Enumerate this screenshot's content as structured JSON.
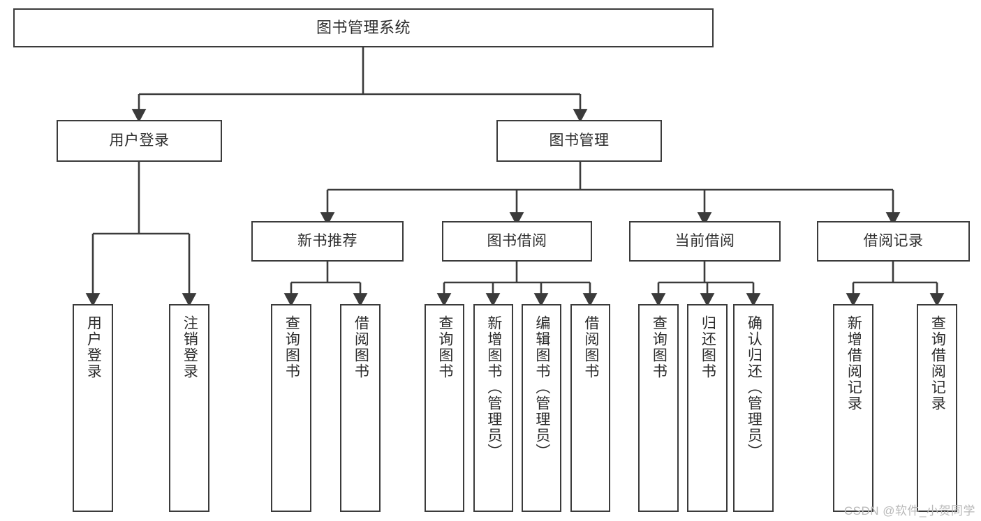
{
  "diagram": {
    "type": "hierarchy-tree",
    "root": {
      "id": "root",
      "label": "图书管理系统"
    },
    "level2": [
      {
        "id": "user-login",
        "label": "用户登录"
      },
      {
        "id": "book-manage",
        "label": "图书管理"
      }
    ],
    "level3": [
      {
        "id": "new-book-rec",
        "label": "新书推荐"
      },
      {
        "id": "book-borrow",
        "label": "图书借阅"
      },
      {
        "id": "current-borrow",
        "label": "当前借阅"
      },
      {
        "id": "borrow-record",
        "label": "借阅记录"
      }
    ],
    "leaves": {
      "user_login": [
        {
          "id": "leaf-user-login",
          "label": "用户登录"
        },
        {
          "id": "leaf-logout",
          "label": "注销登录"
        }
      ],
      "new_book_rec": [
        {
          "id": "leaf-query-book-1",
          "label": "查询图书"
        },
        {
          "id": "leaf-borrow-book-1",
          "label": "借阅图书"
        }
      ],
      "book_borrow": [
        {
          "id": "leaf-query-book-2",
          "label": "查询图书"
        },
        {
          "id": "leaf-add-book",
          "label": "新增图书（管理员）"
        },
        {
          "id": "leaf-edit-book",
          "label": "编辑图书（管理员）"
        },
        {
          "id": "leaf-borrow-book-2",
          "label": "借阅图书"
        }
      ],
      "current_borrow": [
        {
          "id": "leaf-query-book-3",
          "label": "查询图书"
        },
        {
          "id": "leaf-return-book",
          "label": "归还图书"
        },
        {
          "id": "leaf-confirm-return",
          "label": "确认归还（管理员）"
        }
      ],
      "borrow_record": [
        {
          "id": "leaf-add-record",
          "label": "新增借阅记录"
        },
        {
          "id": "leaf-query-record",
          "label": "查询借阅记录"
        }
      ]
    }
  },
  "watermark": {
    "text": "CSDN @软件_小贺同学"
  },
  "colors": {
    "stroke": "#3b3b3b",
    "background": "#ffffff",
    "text": "#2b2b2b",
    "watermark": "#b9b9b9"
  }
}
